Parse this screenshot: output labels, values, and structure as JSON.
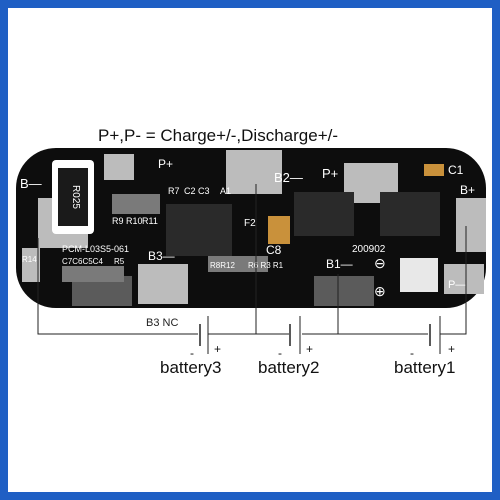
{
  "headline": "P+,P- = Charge+/-,Discharge+/-",
  "colors": {
    "frame": "#1f5fc4",
    "board": "#0d0d0d",
    "silk": "#ffffff",
    "pad": "#bcbcbc",
    "chip": "#2a2a2a",
    "cap": "#c9913b",
    "connector": "#e8e8e8"
  },
  "board": {
    "pad_labels": {
      "b_minus": "B—",
      "p_plus_top": "P+",
      "b2_minus": "B2—",
      "p_plus_right": "P+",
      "b_plus": "B+",
      "b3_minus": "B3—",
      "b1_minus": "B1—",
      "p_minus": "P—"
    },
    "component_labels": {
      "r7": "R7",
      "c2": "C2",
      "c3": "C3",
      "a1": "A1",
      "f2": "F2",
      "c1": "C1",
      "r9": "R9",
      "r10": "R10",
      "r11": "R11",
      "c8": "C8",
      "r14": "R14",
      "c7c6c5c4": "C7C6C5C4",
      "r5": "R5",
      "r8r12": "R8R12",
      "r6r3r1": "R6 R3 R1"
    },
    "resistor_marking": "R025",
    "part_number": "PCM-L03S5-061",
    "date_code": "200902",
    "minus_symbol": "⊖",
    "plus_symbol": "⊕"
  },
  "wiring": {
    "b3_nc": "B3 NC"
  },
  "batteries": [
    {
      "label": "battery3",
      "minus": "-",
      "plus": "+"
    },
    {
      "label": "battery2",
      "minus": "-",
      "plus": "+"
    },
    {
      "label": "battery1",
      "minus": "-",
      "plus": "+"
    }
  ]
}
